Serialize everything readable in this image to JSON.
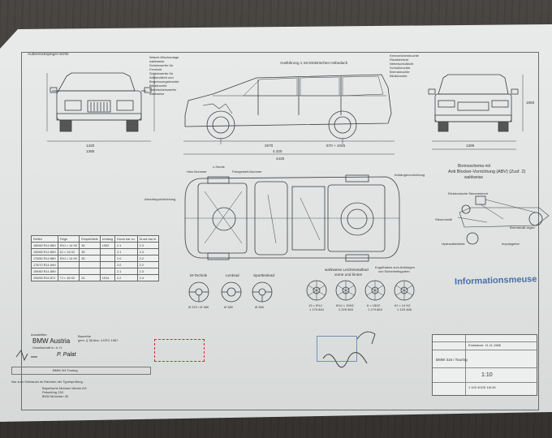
{
  "labels": {
    "front": [
      "Außenrückspiegel rechts"
    ],
    "front_top": [
      "Wasch-Wischanlage",
      "wahlweise",
      "Scheinwerfer für",
      "Fernlicht",
      "Scheinwerfer für",
      "Abblendlicht und",
      "Begrenzungsleuchte",
      "Blinkleuchte",
      "Nebelscheinwerfer",
      "wahlweise"
    ],
    "side_top": "Ausführung 1 mit Elektrischen Hebedach",
    "rear": [
      "Kennzeichenleuchte",
      "Rückfahrlicht",
      "Nebelschlußlicht",
      "Schlußleuchte",
      "Bremsleuchte",
      "Blinkleuchte"
    ],
    "dims_front": [
      "1420",
      "1385"
    ],
    "dims_side": [
      "2570",
      "4.325",
      "570 + 1045",
      "4425"
    ],
    "dims_rear": [
      "1399",
      "1660"
    ],
    "plan_left": [
      "Heiz-Nummer",
      "λ-Sonde",
      "Fahrgestell-Nummer",
      "Abschleppeinrichtung"
    ],
    "plan_right": "Anhängervorrichtung",
    "brake_title": [
      "Bremsschema mit",
      "Anti Blocker-Vorrichtung (ABV) (Zusf. 2)",
      "wahlweise"
    ],
    "brake_labels": [
      "Elektronische Steuereinheit",
      "Steuerventil",
      "Hydraulikeinheit",
      "Bremskraft-regler",
      "Impulsgeber"
    ],
    "wheels_titles": [
      "M-Technik",
      "Lenkrad",
      "Sportlenkrad"
    ],
    "wheels_sizes": [
      "Ø 370 / Ø 380",
      "Ø 380",
      "Ø 365"
    ],
    "rims_title": "wahlweise Leichtmetallrad",
    "rims_sub": "vorne und hinten",
    "rims_parts": [
      "13 × 5½J",
      "1 179 844",
      "6½J × 15H2",
      "2 225 563",
      "6 × 15H2",
      "1 179 863",
      "6J × 14 H2",
      "1 125 468"
    ],
    "tow_note": [
      "Kugelhaken zum Anbringen",
      "von Sicherheitsgurten"
    ],
    "issuer": {
      "prefix": "Ausstellber",
      "name": "BMW Austria",
      "sub": "Gesellschaft m. b. H."
    },
    "approval": [
      "Baureihe",
      "gem. § 38 Abs. 4 KFG 1967"
    ],
    "signature_name": "P. Palat",
    "vehicle_field": "BMW 3/4 Touring",
    "foot_note": "Nur zum Gebrauch im Rahmen der Typenprüfung",
    "foot_addr": [
      "Bayerische Motoren Werke AG",
      "Petuelring 130",
      "8000 München 40"
    ],
    "scale": "1:10",
    "drawing_no": "1 103 402/5 1/8-39",
    "title_vehicle": "BMW 316 i Touring",
    "title_date": "Erstdatum: 11.11.1988",
    "stamp_text": "Informationsmeuse"
  },
  "tyre_table": {
    "headers": [
      "Reifen",
      "Felge",
      "Einpreßtiefe",
      "Umfang",
      "Druck bar vo.",
      "Druck bar hi."
    ],
    "rows": [
      [
        "185/65 R14 86H",
        "5½J × 14 H2",
        "35",
        "1902",
        "2.1",
        "2.3"
      ],
      [
        "195/65 R14 89H",
        "6J × 14 H2",
        "35",
        "",
        "2.1",
        "2.3"
      ],
      [
        "175/80 R14 88H",
        "5½J × 14 H2",
        "35",
        "",
        "2.0",
        "2.2"
      ],
      [
        "175/70 R14 84H",
        "",
        "",
        "",
        "2.0",
        "2.2"
      ],
      [
        "195/60 R14 85H",
        "",
        "",
        "",
        "2.1",
        "2.3"
      ],
      [
        "205/55 R15 87V",
        "7J × 15 H2",
        "24",
        "1914",
        "2.2",
        "2.4"
      ]
    ]
  }
}
